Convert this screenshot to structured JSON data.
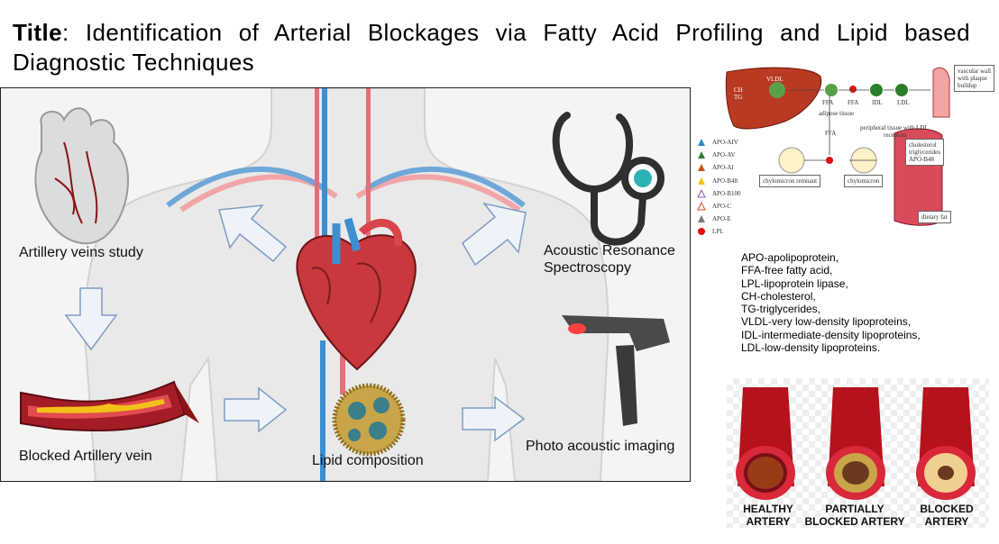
{
  "title": {
    "prefix": "Title",
    "text": "Identification of Arterial Blockages via Fatty Acid Profiling and Lipid based Diagnostic Techniques"
  },
  "main_panel": {
    "labels": {
      "veins_study": "Artillery veins study",
      "blocked_vein": "Blocked Artillery vein",
      "lipid": "Lipid composition",
      "acoustic_line1": "Acoustic Resonance",
      "acoustic_line2": "Spectroscopy",
      "photo": "Photo acoustic imaging"
    }
  },
  "lipid_diagram": {
    "liver": {
      "ch": "CH",
      "tg": "TG",
      "vldl": "VLDL"
    },
    "nodes": {
      "ffa_1": "FFA",
      "ffa_2": "FFA",
      "ffa_3": "FFA",
      "idl": "IDL",
      "ldl": "LDL",
      "adipose": "adipose tissue",
      "peripheral_line1": "peripheral tissue with LDL",
      "peripheral_line2": "receptors",
      "vascular_line1": "vascular wall",
      "vascular_line2": "with plaque",
      "vascular_line3": "buildup",
      "cholesterol_line1": "cholesterol",
      "cholesterol_line2": "triglycerides",
      "cholesterol_line3": "APO-B48",
      "chylomicron": "chylomicron",
      "chylomicron_remnant": "chylomicron remnant",
      "dietary_fat": "dietary fat"
    },
    "legend": [
      {
        "label": "APO-AIV",
        "color": "#2a8fc4",
        "shape": "filled"
      },
      {
        "label": "APO-AV",
        "color": "#2f7d34",
        "shape": "filled"
      },
      {
        "label": "APO-AI",
        "color": "#c8551e",
        "shape": "filled"
      },
      {
        "label": "APO-B48",
        "color": "#f2c21b",
        "shape": "filled"
      },
      {
        "label": "APO-B100",
        "color": "#8a5bb5",
        "shape": "outline"
      },
      {
        "label": "APO-C",
        "color": "#e0452b",
        "shape": "outline"
      },
      {
        "label": "APO-E",
        "color": "#7a7a7a",
        "shape": "filled"
      },
      {
        "label": "LPL",
        "color": "#e01010",
        "shape": "circle"
      }
    ]
  },
  "abbreviations": [
    "APO-apolipoprotein,",
    "FFA-free fatty acid,",
    "LPL-lipoprotein lipase,",
    "CH-cholesterol,",
    "TG-triglycerides,",
    "VLDL-very low-density lipoproteins,",
    "IDL-intermediate-density lipoproteins,",
    "LDL-low-density lipoproteins."
  ],
  "arteries": [
    {
      "line1": "HEALTHY",
      "line2": "ARTERY"
    },
    {
      "line1": "PARTIALLY",
      "line2": "BLOCKED ARTERY"
    },
    {
      "line1": "BLOCKED",
      "line2": "ARTERY"
    }
  ],
  "colors": {
    "artery_red": "#c0182a",
    "vein_blue": "#3d8fd1",
    "plaque_yellow": "#f2c21b",
    "arrow_fill": "#eef3fa",
    "arrow_stroke": "#7f9bc4",
    "teal_accent": "#2bb3b3"
  }
}
